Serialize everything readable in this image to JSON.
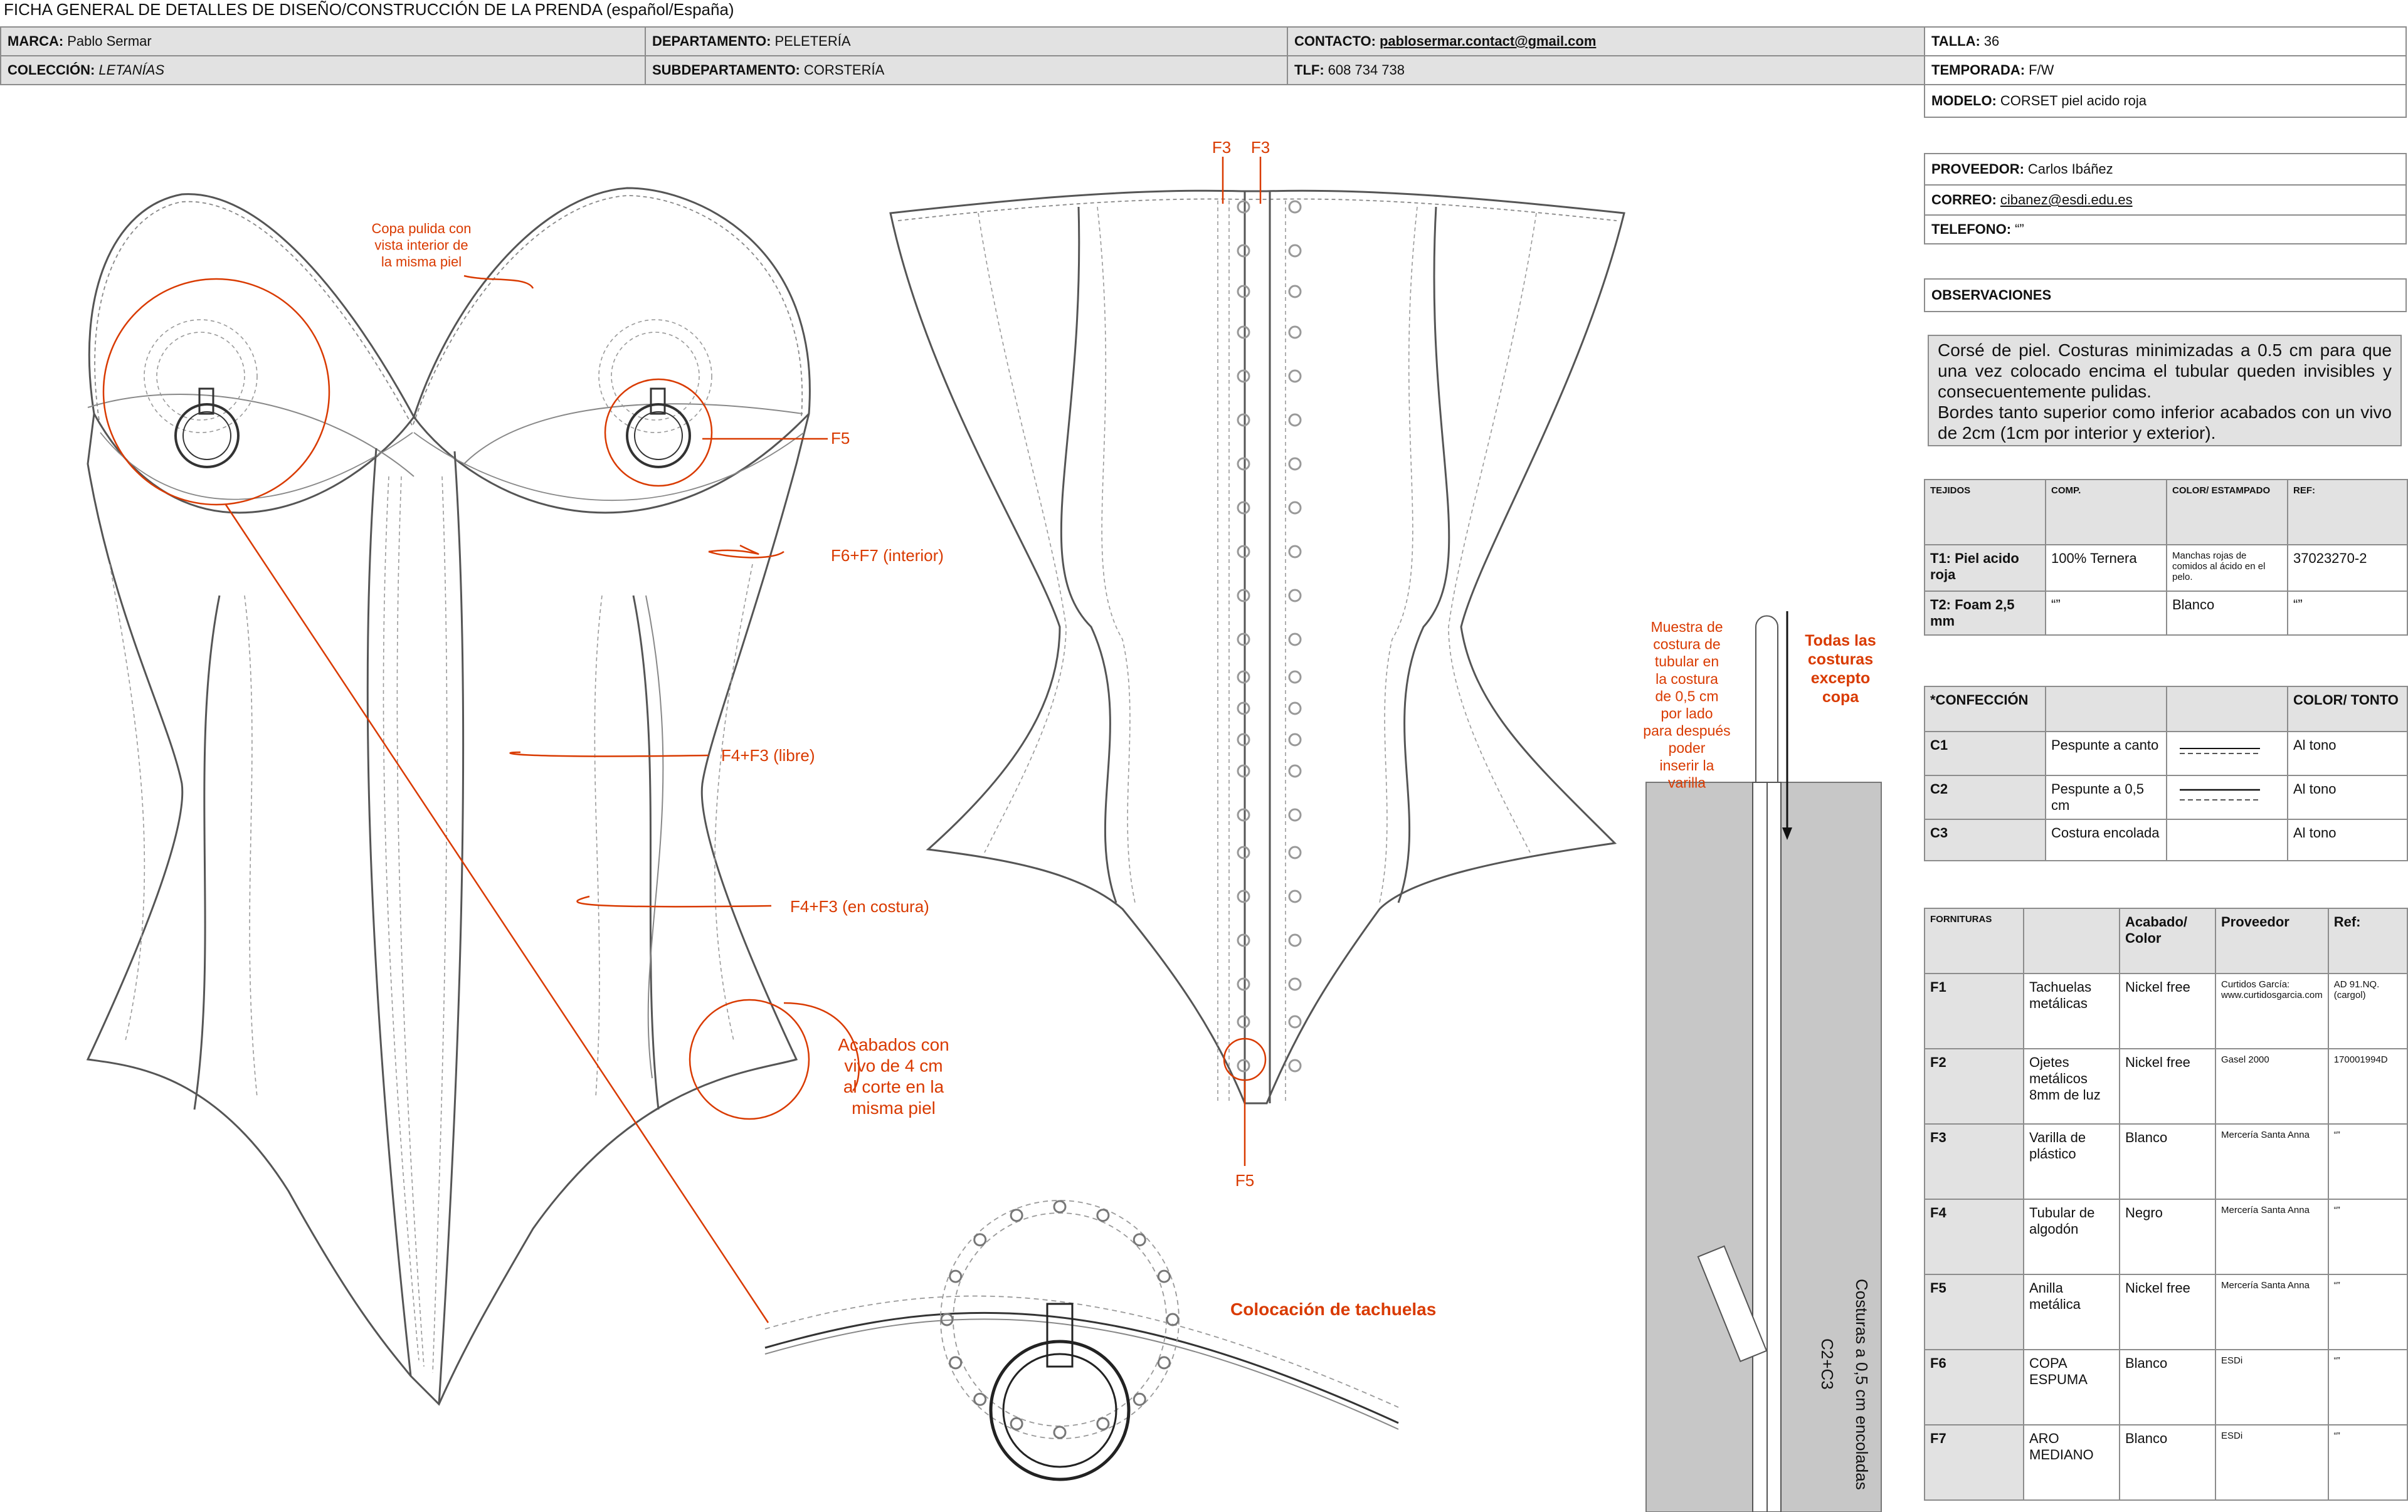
{
  "title": "FICHA GENERAL DE DETALLES DE DISEÑO/CONSTRUCCIÓN DE LA PRENDA (español/España)",
  "header": {
    "marca_label": "MARCA:",
    "marca": "Pablo Sermar",
    "departamento_label": "DEPARTAMENTO:",
    "departamento": "PELETERÍA",
    "contacto_label": "CONTACTO:",
    "contacto": "pablosermar.contact@gmail.com",
    "talla_label": "TALLA:",
    "talla": "36",
    "coleccion_label": "COLECCIÓN:",
    "coleccion": "LETANÍAS",
    "subdepartamento_label": "SUBDEPARTAMENTO:",
    "subdepartamento": "CORSTERÍA",
    "tlf_label": "TLF:",
    "tlf": "608 734 738",
    "temporada_label": "TEMPORADA:",
    "temporada": "F/W",
    "modelo_label": "MODELO:",
    "modelo": "CORSET piel acido roja"
  },
  "supplier": {
    "proveedor_label": "PROVEEDOR:",
    "proveedor": "Carlos Ibáñez",
    "correo_label": "CORREO:",
    "correo": "cibanez@esdi.edu.es",
    "telefono_label": "TELEFONO:",
    "telefono": "“”"
  },
  "observaciones": {
    "label": "OBSERVACIONES",
    "text": "Corsé de piel. Costuras minimizadas a 0.5 cm para que una vez colocado encima el tubular queden invisibles y consecuentemente pulidas.\nBordes tanto superior como inferior acabados con un vivo de 2cm (1cm por interior y exterior)."
  },
  "tejidos": {
    "headers": [
      "TEJIDOS",
      "COMP.",
      "COLOR/ ESTAMPADO",
      "REF:"
    ],
    "rows": [
      [
        "T1:  Piel acido roja",
        "100% Ternera",
        "Manchas rojas de comidos al ácido en el pelo.",
        "37023270-2"
      ],
      [
        "T2: Foam 2,5 mm",
        "“”",
        "Blanco",
        "“”"
      ]
    ]
  },
  "confeccion": {
    "headers": [
      "*CONFECCIÓN",
      "",
      "",
      "COLOR/ TONTO"
    ],
    "rows": [
      [
        "C1",
        "Pespunte a canto",
        "Al tono"
      ],
      [
        "C2",
        "Pespunte a 0,5 cm",
        "Al tono"
      ],
      [
        "C3",
        "Costura encolada",
        "Al tono"
      ]
    ]
  },
  "fornituras": {
    "headers": [
      "FORNITURAS",
      "",
      "Acabado/ Color",
      "Proveedor",
      "Ref:"
    ],
    "rows": [
      [
        "F1",
        "Tachuelas metálicas",
        "Nickel free",
        "Curtidos García: www.curtidosgarcia.com",
        "AD 91.NQ. (cargol)"
      ],
      [
        "F2",
        "Ojetes metálicos 8mm de luz",
        "Nickel free",
        "Gasel 2000",
        "170001994D"
      ],
      [
        "F3",
        "Varilla de plástico",
        "Blanco",
        "Mercería Santa Anna",
        "“”"
      ],
      [
        "F4",
        "Tubular de algodón",
        "Negro",
        "Mercería Santa Anna",
        "“”"
      ],
      [
        "F5",
        "Anilla metálica",
        "Nickel free",
        "Mercería Santa Anna",
        "“”"
      ],
      [
        "F6",
        "COPA ESPUMA",
        "Blanco",
        "ESDi",
        "“”"
      ],
      [
        "F7",
        "ARO MEDIANO",
        "Blanco",
        "ESDi",
        "“”"
      ]
    ]
  },
  "annotations": {
    "copa": "Copa pulida con vista interior de la misma piel",
    "f5_front": "F5",
    "f6f7": "F6+F7 (interior)",
    "f4f3_libre": "F4+F3 (libre)",
    "f4f3_costura": "F4+F3 (en costura)",
    "acabados": "Acabados con vivo de 4 cm al corte en la misma piel",
    "f3_a": "F3",
    "f3_b": "F3",
    "f5_back": "F5",
    "colocacion": "Colocación de tachuelas",
    "muestra": "Muestra de costura de tubular en la costura de 0,5 cm por lado para después poder inserir la varilla",
    "todas": "Todas las costuras excepto copa",
    "costuras_vertical": "Costuras a 0,5 cm encoladas",
    "c2c3": "C2+C3"
  },
  "colors": {
    "accent": "#d93a00",
    "header_gray": "#e2e2e2",
    "border": "#8c8c8c"
  },
  "icons": [
    "down-arrow-icon"
  ]
}
